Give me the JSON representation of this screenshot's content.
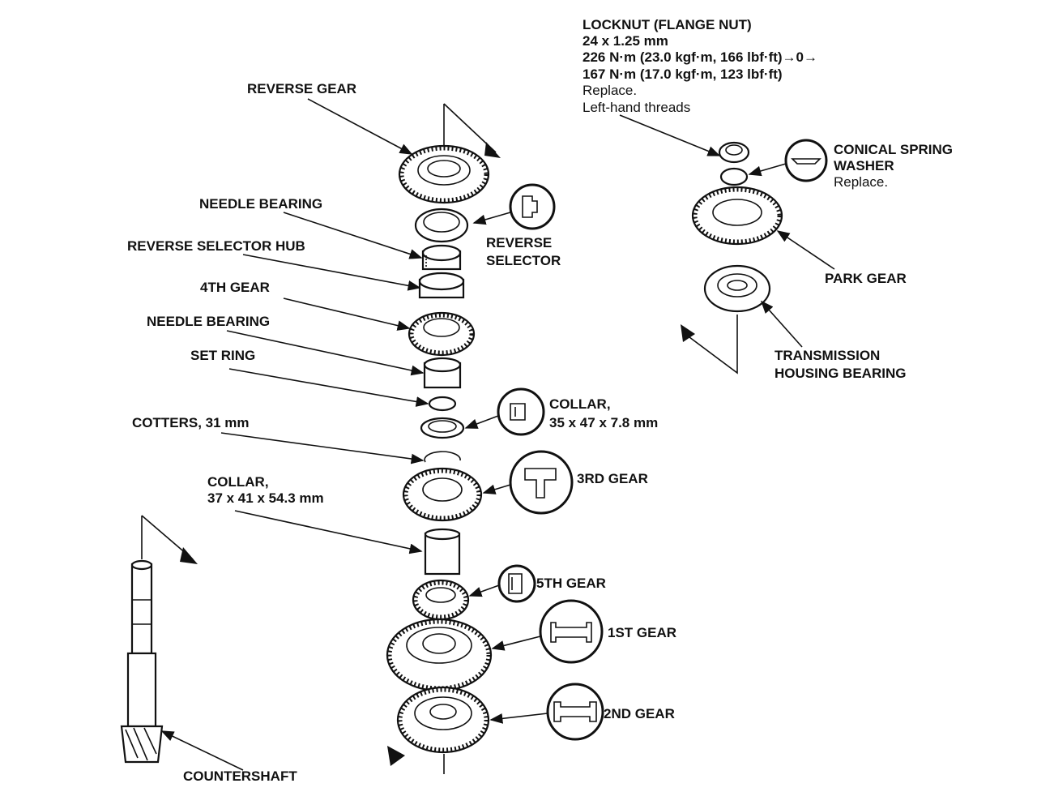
{
  "labels": {
    "reverse_gear": "REVERSE GEAR",
    "needle_bearing_1": "NEEDLE BEARING",
    "reverse_selector_hub": "REVERSE SELECTOR HUB",
    "fourth_gear": "4TH GEAR",
    "needle_bearing_2": "NEEDLE BEARING",
    "set_ring": "SET RING",
    "cotters": "COTTERS, 31 mm",
    "collar_long_1": "COLLAR,",
    "collar_long_2": "37 x 41 x 54.3 mm",
    "countershaft": "COUNTERSHAFT",
    "reverse_selector_1": "REVERSE",
    "reverse_selector_2": "SELECTOR",
    "collar_short_1": "COLLAR,",
    "collar_short_2": "35 x 47 x 7.8 mm",
    "third_gear": "3RD GEAR",
    "fifth_gear": "5TH GEAR",
    "first_gear": "1ST GEAR",
    "second_gear": "2ND GEAR",
    "locknut": {
      "title": "LOCKNUT (FLANGE NUT)",
      "size": "24 x 1.25 mm",
      "torque_1": "226 N·m (23.0 kgf·m, 166 lbf·ft)→0→",
      "torque_2": "167 N·m (17.0 kgf·m, 123 lbf·ft)",
      "note_1": "Replace.",
      "note_2": "Left-hand threads"
    },
    "washer_1": "CONICAL SPRING",
    "washer_2": "WASHER",
    "washer_note": "Replace.",
    "park_gear": "PARK GEAR",
    "bearing_1": "TRANSMISSION",
    "bearing_2": "HOUSING BEARING"
  }
}
